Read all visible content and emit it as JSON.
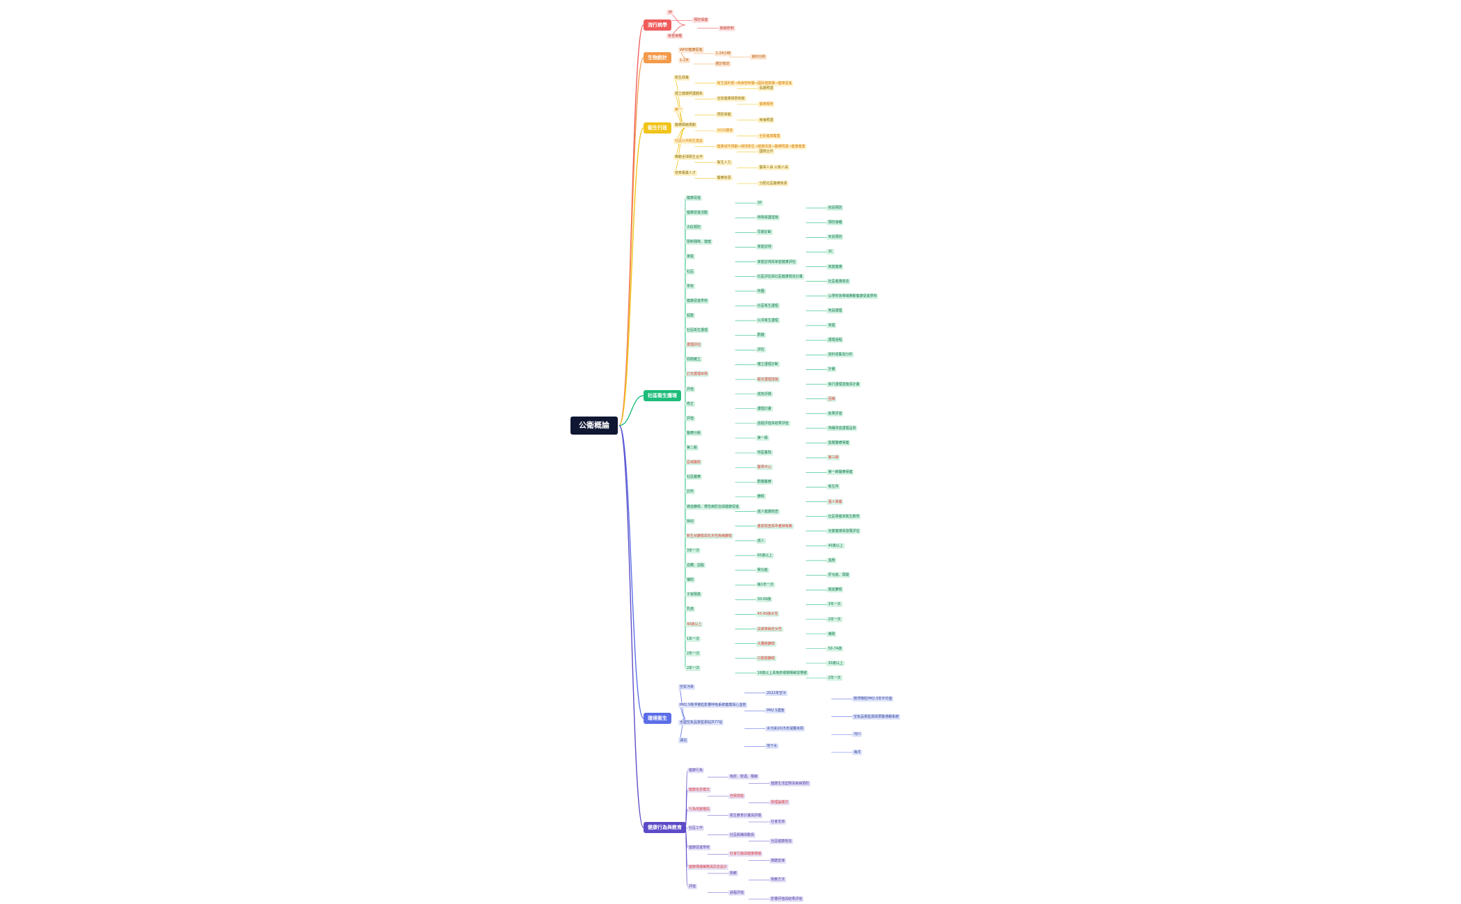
{
  "colors": {
    "root": "#0f1733",
    "red": "#f05b5b",
    "orange": "#f39a4b",
    "yellow": "#f0c419",
    "green": "#1dbc7a",
    "blue": "#5b6ee8",
    "indigo": "#5c4bc7"
  },
  "root": {
    "label": "公衛概論"
  },
  "branches": [
    {
      "label": "流行病學",
      "color": "#f05b5b",
      "cls": "red"
    },
    {
      "label": "生物統計",
      "color": "#f39a4b",
      "cls": "orange"
    },
    {
      "label": "衛生行政",
      "color": "#f0c419",
      "cls": "yellow"
    },
    {
      "label": "社區衛生護理",
      "color": "#1dbc7a",
      "cls": "green"
    },
    {
      "label": "環境衛生",
      "color": "#5b6ee8",
      "cls": "blue"
    },
    {
      "label": "健康行為與教育",
      "color": "#5c4bc7",
      "cls": "indigo"
    }
  ],
  "nodes": [
    {
      "label": "3E",
      "b": 0
    },
    {
      "label": "預防保健",
      "b": 0
    },
    {
      "label": "疾病管制",
      "b": 0
    },
    {
      "label": "疫苗接種",
      "b": 0
    },
    {
      "label": "WHO健康促進",
      "b": 1
    },
    {
      "label": "1-24小時",
      "b": 1
    },
    {
      "label": "資料分析",
      "b": 1
    },
    {
      "label": "1-2天",
      "b": 1
    },
    {
      "label": "統計檢定",
      "b": 1
    },
    {
      "label": "衛生政策",
      "b": 2
    },
    {
      "label": "衛生福利部→疾病管制署→國民健康署→健康促進",
      "b": 2,
      "hl": true
    },
    {
      "label": "長期照護",
      "b": 2
    },
    {
      "label": "建立健康照護體系",
      "b": 2
    },
    {
      "label": "全民健康保險制度",
      "b": 2
    },
    {
      "label": "醫療服務",
      "b": 2,
      "hl": true
    },
    {
      "label": "第一",
      "b": 2,
      "hl": true
    },
    {
      "label": "預防保健",
      "b": 2
    },
    {
      "label": "疾病照護",
      "b": 2
    },
    {
      "label": "醫療網絡規劃",
      "b": 2
    },
    {
      "label": "2025願景",
      "b": 2,
      "hl": true
    },
    {
      "label": "全民健康覆蓋",
      "b": 2,
      "hl": true
    },
    {
      "label": "社區公共衛生建設",
      "b": 2,
      "hl": true
    },
    {
      "label": "健康城市規劃→環境衛生→健康促進→醫療照護→健康產業",
      "b": 2,
      "hl": true
    },
    {
      "label": "國際合作",
      "b": 2
    },
    {
      "label": "推動全球衛生合作",
      "b": 2
    },
    {
      "label": "衛生人力",
      "b": 2
    },
    {
      "label": "醫事人員 公衛人員",
      "b": 2
    },
    {
      "label": "培育專業人才",
      "b": 2
    },
    {
      "label": "醫療資源",
      "b": 2
    },
    {
      "label": "分配社區醫療資源",
      "b": 2
    },
    {
      "label": "健康促進",
      "b": 3
    },
    {
      "label": "3P",
      "b": 3
    },
    {
      "label": "初段預防",
      "b": 3
    },
    {
      "label": "健康促進活動",
      "b": 3
    },
    {
      "label": "特殊保護措施",
      "b": 3
    },
    {
      "label": "預防接種",
      "b": 3
    },
    {
      "label": "次段預防",
      "b": 3
    },
    {
      "label": "早期診斷",
      "b": 3
    },
    {
      "label": "末段預防",
      "b": 3
    },
    {
      "label": "限制殘障、復健",
      "b": 3
    },
    {
      "label": "家庭訪視",
      "b": 3
    },
    {
      "label": "3C",
      "b": 3
    },
    {
      "label": "家庭",
      "b": 3
    },
    {
      "label": "家庭訪視與家庭健康評估",
      "b": 3
    },
    {
      "label": "家庭健康",
      "b": 3
    },
    {
      "label": "社區",
      "b": 3
    },
    {
      "label": "社區評估與社區健康營造計畫",
      "b": 3
    },
    {
      "label": "社區健康營造",
      "b": 3
    },
    {
      "label": "學校",
      "b": 3
    },
    {
      "label": "校園",
      "b": 3
    },
    {
      "label": "以學校為場域推動健康促進學校",
      "b": 3
    },
    {
      "label": "健康促進學校",
      "b": 3
    },
    {
      "label": "社區衛生護理",
      "b": 3
    },
    {
      "label": "地段護理",
      "b": 3
    },
    {
      "label": "個案",
      "b": 3
    },
    {
      "label": "公共衛生護理",
      "b": 3
    },
    {
      "label": "家庭",
      "b": 3
    },
    {
      "label": "社區衛生護理",
      "b": 3
    },
    {
      "label": "群體",
      "b": 3
    },
    {
      "label": "護理過程",
      "b": 3
    },
    {
      "label": "護理評估",
      "b": 3,
      "hl": true
    },
    {
      "label": "評估",
      "b": 3
    },
    {
      "label": "資料收集與分析",
      "b": 3
    },
    {
      "label": "問題確立",
      "b": 3
    },
    {
      "label": "確立護理診斷",
      "b": 3
    },
    {
      "label": "計畫",
      "b": 3
    },
    {
      "label": "訂定護理目標",
      "b": 3,
      "hl": true
    },
    {
      "label": "擬定護理措施",
      "b": 3,
      "hl": true
    },
    {
      "label": "執行護理措施與計畫",
      "b": 3
    },
    {
      "label": "評值",
      "b": 3
    },
    {
      "label": "成效評價",
      "b": 3
    },
    {
      "label": "回饋",
      "b": 3,
      "hl": true
    },
    {
      "label": "修正",
      "b": 3
    },
    {
      "label": "護理計畫",
      "b": 3
    },
    {
      "label": "結果評值",
      "b": 3
    },
    {
      "label": "評值",
      "b": 3
    },
    {
      "label": "過程評值與結果評值",
      "b": 3
    },
    {
      "label": "持續改善護理品質",
      "b": 3
    },
    {
      "label": "醫療分級",
      "b": 3
    },
    {
      "label": "第一級",
      "b": 3
    },
    {
      "label": "基層醫療保健",
      "b": 3
    },
    {
      "label": "第二級",
      "b": 3
    },
    {
      "label": "地區醫院",
      "b": 3
    },
    {
      "label": "第三級",
      "b": 3,
      "hl": true
    },
    {
      "label": "區域醫院",
      "b": 3,
      "hl": true
    },
    {
      "label": "醫學中心",
      "b": 3,
      "hl": true
    },
    {
      "label": "第一線醫療保健",
      "b": 3
    },
    {
      "label": "社區醫療",
      "b": 3
    },
    {
      "label": "群體醫療",
      "b": 3
    },
    {
      "label": "衛生所",
      "b": 3
    },
    {
      "label": "診所",
      "b": 3
    },
    {
      "label": "篩檢",
      "b": 3
    },
    {
      "label": "個人保健",
      "b": 3,
      "hl": true
    },
    {
      "label": "癌症篩檢、慢性病防治與健康促進",
      "b": 3
    },
    {
      "label": "成人健康檢查",
      "b": 3
    },
    {
      "label": "社區保健與衛生教育",
      "b": 3
    },
    {
      "label": "婦幼",
      "b": 3
    },
    {
      "label": "產前檢查與孕產婦衛教",
      "b": 3,
      "hl": true
    },
    {
      "label": "兒童健康與發展評估",
      "b": 3
    },
    {
      "label": "新生兒篩檢與先天性疾病篩檢",
      "b": 3,
      "hl": true
    },
    {
      "label": "成人",
      "b": 3
    },
    {
      "label": "40歲以上",
      "b": 3
    },
    {
      "label": "3年一次",
      "b": 3
    },
    {
      "label": "65歲以上",
      "b": 3
    },
    {
      "label": "血壓",
      "b": 3
    },
    {
      "label": "血糖、血脂",
      "b": 3
    },
    {
      "label": "腎功能",
      "b": 3
    },
    {
      "label": "肝功能、尿酸",
      "b": 3
    },
    {
      "label": "補助",
      "b": 3
    },
    {
      "label": "每1年一次",
      "b": 3
    },
    {
      "label": "癌症篩檢",
      "b": 3
    },
    {
      "label": "子宮頸癌",
      "b": 3
    },
    {
      "label": "30-69歲",
      "b": 3
    },
    {
      "label": "3年一次",
      "b": 3
    },
    {
      "label": "乳癌",
      "b": 3
    },
    {
      "label": "45-69歲女性",
      "b": 3,
      "hl": true
    },
    {
      "label": "2年一次",
      "b": 3
    },
    {
      "label": "40歲以上",
      "b": 3,
      "hl": true
    },
    {
      "label": "具家族病史女性",
      "b": 3,
      "hl": true
    },
    {
      "label": "補助",
      "b": 3
    },
    {
      "label": "1年一次",
      "b": 3
    },
    {
      "label": "大腸癌篩檢",
      "b": 3,
      "hl": true
    },
    {
      "label": "50-74歲",
      "b": 3
    },
    {
      "label": "2年一次",
      "b": 3
    },
    {
      "label": "口腔癌篩檢",
      "b": 3,
      "hl": true
    },
    {
      "label": "30歲以上",
      "b": 3
    },
    {
      "label": "2年一次",
      "b": 3
    },
    {
      "label": "18歲以上具吸菸或嚼檳榔習慣者",
      "b": 3
    },
    {
      "label": "2年一次",
      "b": 3
    },
    {
      "label": "空氣污染",
      "b": 4
    },
    {
      "label": "2022年空污",
      "b": 4
    },
    {
      "label": "懸浮微粒PM2.5年平均值",
      "b": 4
    },
    {
      "label": "PM2.5懸浮微粒影響呼吸系統健康與心血管",
      "b": 4
    },
    {
      "label": "PM2.5濃度",
      "b": 4
    },
    {
      "label": "空氣品質監測與預警通報系統",
      "b": 4
    },
    {
      "label": "全國空氣品質監測站共77站",
      "b": 4
    },
    {
      "label": "水污染2025年減量目標",
      "b": 4
    },
    {
      "label": "河川",
      "b": 4
    },
    {
      "label": "湖泊",
      "b": 4
    },
    {
      "label": "地下水",
      "b": 4
    },
    {
      "label": "海洋",
      "b": 4
    },
    {
      "label": "健康行為",
      "b": 5
    },
    {
      "label": "吸菸、飲酒、檳榔",
      "b": 5
    },
    {
      "label": "健康生活型態與疾病預防",
      "b": 5
    },
    {
      "label": "健康信念模式",
      "b": 5,
      "hl": true
    },
    {
      "label": "自我效能",
      "b": 5,
      "hl": true
    },
    {
      "label": "跨理論模式",
      "b": 5,
      "hl": true
    },
    {
      "label": "行為改變階段",
      "b": 5,
      "hl": true
    },
    {
      "label": "衛生教育計畫與評價",
      "b": 5
    },
    {
      "label": "社會支持",
      "b": 5
    },
    {
      "label": "社區工作",
      "b": 5
    },
    {
      "label": "社區組織與動員",
      "b": 5
    },
    {
      "label": "社區健康營造",
      "b": 5
    },
    {
      "label": "健康促進學校",
      "b": 5
    },
    {
      "label": "社會行銷與健康傳播",
      "b": 5,
      "hl": true
    },
    {
      "label": "媒體宣導",
      "b": 5
    },
    {
      "label": "健康傳播策略與訊息設計",
      "b": 5,
      "hl": true
    },
    {
      "label": "衛教",
      "b": 5
    },
    {
      "label": "衛教方法",
      "b": 5
    },
    {
      "label": "評值",
      "b": 5
    },
    {
      "label": "過程評值",
      "b": 5
    },
    {
      "label": "影響評值與結果評值",
      "b": 5
    }
  ]
}
